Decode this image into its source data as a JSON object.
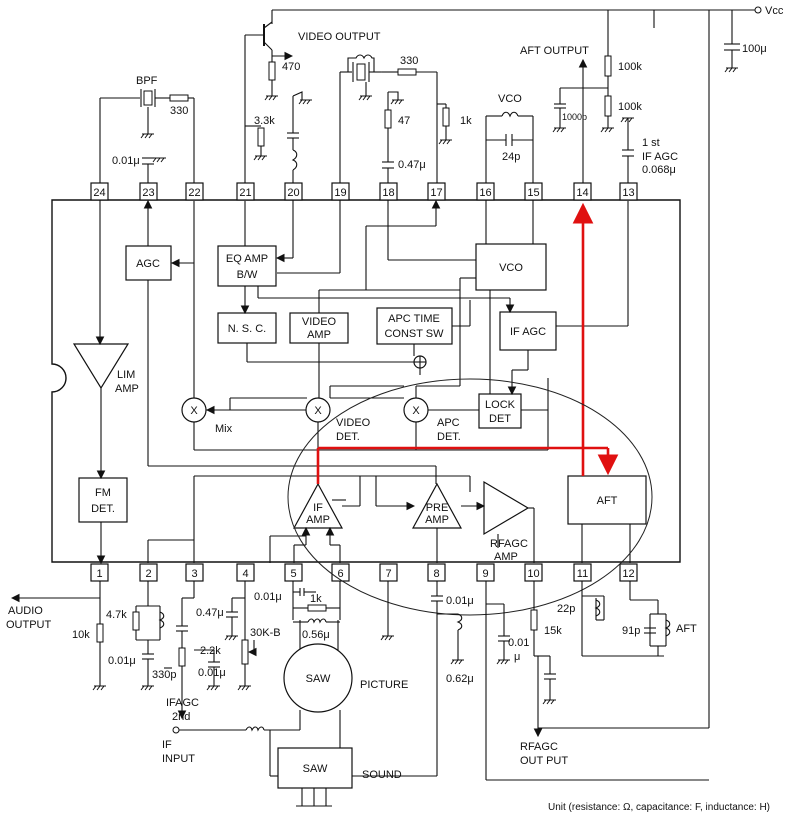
{
  "labels": {
    "vcc": "Vcc",
    "video_output": "VIDEO  OUTPUT",
    "aft_output": "AFT OUTPUT",
    "bpf": "BPF",
    "vco_top": "VCO",
    "first_if_agc_1": "1 st",
    "first_if_agc_2": "IF AGC",
    "audio_output_1": "AUDIO",
    "audio_output_2": "OUTPUT",
    "ifagc2_1": "IFAGC",
    "ifagc2_2": "2nd",
    "if_input_1": "IF",
    "if_input_2": "INPUT",
    "picture": "PICTURE",
    "sound": "SOUND",
    "rfagc_out_1": "RFAGC",
    "rfagc_out_2": "OUT PUT",
    "aft_coil": "AFT",
    "unit_note": "Unit (resistance: Ω, capacitance: F, inductance: H)"
  },
  "values": {
    "r330_bpf": "330",
    "c001_23": "0.01μ",
    "r33k": "3.3k",
    "r470": "470",
    "r330_vid": "330",
    "r47": "47",
    "c047": "0.47μ",
    "r1k_17": "1k",
    "c24p": "24p",
    "c1000p": "1000p",
    "r100k_a": "100k",
    "r100k_b": "100k",
    "c100u": "100μ",
    "c0068": "0.068μ",
    "r47k": "4.7k",
    "r10k": "10k",
    "c001_p2": "0.01μ",
    "c330p": "330p",
    "c047_p3": "0.47μ",
    "r22k": "2.2k",
    "c001_p3": "0.01μ",
    "vr30k": "30K-B",
    "c001_p5": "0.01μ",
    "r1k_p5": "1k",
    "l056": "0.56μ",
    "c001_p8": "0.01μ",
    "l062": "0.62μ",
    "c001_p9_a": "0.01",
    "c001_p9_b": "μ",
    "r15k": "15k",
    "c22p": "22p",
    "c91p": "91p"
  },
  "blocks": {
    "agc": "AGC",
    "eq_amp_1": "EQ AMP",
    "eq_amp_2": "B/W",
    "vco": "VCO",
    "nsc": "N. S. C.",
    "video_amp_1": "VIDEO",
    "video_amp_2": "AMP",
    "apc_1": "APC TIME",
    "apc_2": "CONST SW",
    "if_agc": "IF AGC",
    "lim_amp_1": "LIM",
    "lim_amp_2": "AMP",
    "mix": "Mix",
    "video_det_1": "VIDEO",
    "video_det_2": "DET.",
    "apc_det_1": "APC",
    "apc_det_2": "DET.",
    "lock_det_1": "LOCK",
    "lock_det_2": "DET",
    "fm_det_1": "FM",
    "fm_det_2": "DET.",
    "if_amp_1": "IF",
    "if_amp_2": "AMP",
    "pre_amp_1": "PRE",
    "pre_amp_2": "AMP",
    "rfagc_amp_1": "RFAGC",
    "rfagc_amp_2": "AMP",
    "aft": "AFT",
    "saw_picture": "SAW",
    "saw_sound": "SAW",
    "x": "X"
  },
  "pins_top": [
    "24",
    "23",
    "22",
    "21",
    "20",
    "19",
    "18",
    "17",
    "16",
    "15",
    "14",
    "13"
  ],
  "pins_bottom": [
    "1",
    "2",
    "3",
    "4",
    "5",
    "6",
    "7",
    "8",
    "9",
    "10",
    "11",
    "12"
  ],
  "colors": {
    "highlight": "#e01010",
    "line": "#111111"
  }
}
